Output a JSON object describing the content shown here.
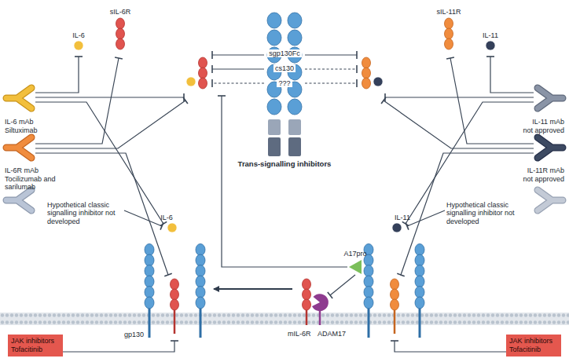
{
  "diagram": {
    "nodes": [
      {
        "text": [
          "JAK inhibitors Tofacitinib"
        ]
      },
      {
        "text": [
          "JAK inhibitors Tofacitinib"
        ]
      }
    ],
    "labels": [
      "IL-6",
      "sIL-6R",
      "sIL-11R",
      "IL-11",
      "IL-6 mAb",
      "Siltuximab",
      "IL-6R mAb",
      "Tocilizumab and sarilumab",
      "Hypothetical classic signalling inhibitor not developed",
      "sgp130Fc",
      "cs130",
      "???",
      "Trans-signalling inhibitors",
      "IL-11 mAb",
      "not approved",
      "IL-11R mAb",
      "not approved",
      "Hypothetical classic signalling inhibitor not developed",
      "IL-6",
      "IL-11",
      "A17pro",
      "mIL-6R",
      "ADAM17",
      "gp130"
    ]
  }
}
